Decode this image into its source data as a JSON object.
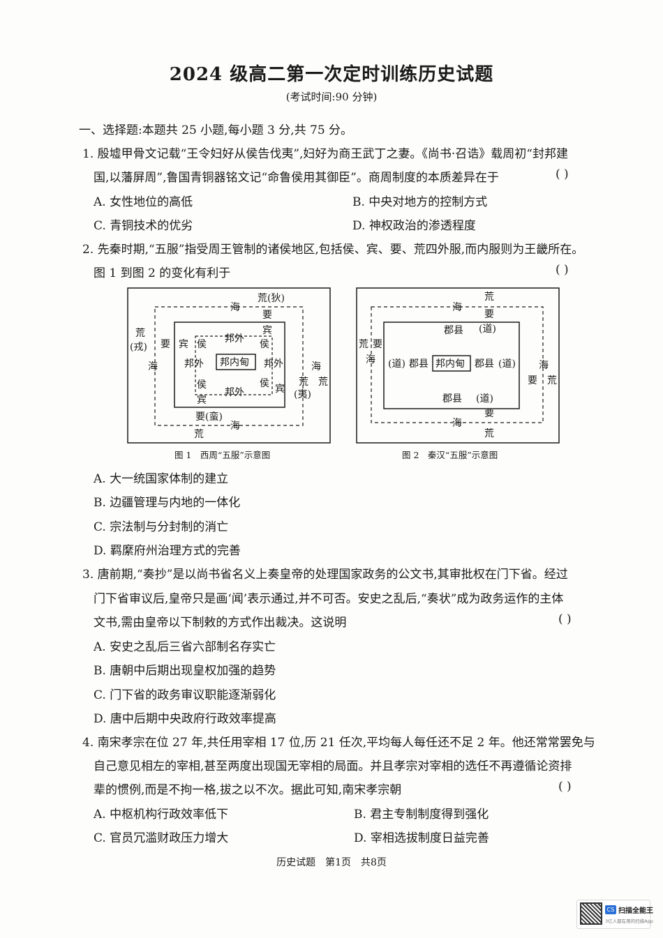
{
  "header": {
    "title": "2024 级高二第一次定时训练历史试题",
    "subtitle": "(考试时间:90 分钟)"
  },
  "section": {
    "heading": "一、选择题:本题共 25 小题,每小题 3 分,共 75 分。"
  },
  "answer_paren": "(      )",
  "questions": [
    {
      "lines": [
        "1. 殷墟甲骨文记载“王令妇好从侯告伐夷”,妇好为商王武丁之妻。《尚书·召诰》载周初“封邦建",
        "国,以藩屏周”,鲁国青铜器铭文记“命鲁侯用其御臣”。商周制度的本质差异在于"
      ],
      "options": [
        "A. 女性地位的高低",
        "B. 中央对地方的控制方式",
        "C. 青铜技术的优劣",
        "D. 神权政治的渗透程度"
      ]
    },
    {
      "lines": [
        "2. 先秦时期,“五服”指受周王管制的诸侯地区,包括侯、宾、要、荒四外服,而内服则为王畿所在。",
        "图 1 到图 2 的变化有利于"
      ],
      "options": [
        "A. 大一统国家体制的建立",
        "B. 边疆管理与内地的一体化",
        "C. 宗法制与分封制的消亡",
        "D. 羁縻府州治理方式的完善"
      ]
    },
    {
      "lines": [
        "3. 唐前期,“奏抄”是以尚书省名义上奏皇帝的处理国家政务的公文书,其审批权在门下省。经过",
        "门下省审议后,皇帝只是画‘闻’表示通过,并不可否。安史之乱后,“奏状”成为政务运作的主体",
        "文书,需由皇帝以下制敕的方式作出裁决。这说明"
      ],
      "options": [
        "A. 安史之乱后三省六部制名存实亡",
        "B. 唐朝中后期出现皇权加强的趋势",
        "C. 门下省的政务审议职能逐渐弱化",
        "D. 唐中后期中央政府行政效率提高"
      ]
    },
    {
      "lines": [
        "4. 南宋孝宗在位 27 年,共任用宰相 17 位,历 21 任次,平均每人每任还不足 2 年。他还常常罢免与",
        "自己意见相左的宰相,甚至两度出现国无宰相的局面。并且孝宗对宰相的选任不再遵循论资排",
        "辈的惯例,而是不拘一格,拔之以不次。据此可知,南宋孝宗朝"
      ],
      "options": [
        "A. 中枢机构行政效率低下",
        "B. 君主专制制度得到强化",
        "C. 官员冗滥财政压力增大",
        "D. 宰相选拔制度日益完善"
      ]
    }
  ],
  "figure1": {
    "caption": "图 1　西周“五服”示意图",
    "labels": {
      "huang_di": "荒(狄)",
      "hai_top": "海",
      "yao_top": "要",
      "huang_rong_1": "荒",
      "huang_rong_2": "(戎)",
      "yao_left": "要",
      "hai_left": "海",
      "bin_top": "宾",
      "bin_left": "宾",
      "bin_right": "宾",
      "bin_bottom": "宾",
      "hou_tl": "侯",
      "hou_tr": "侯",
      "hou_bl": "侯",
      "hou_br": "侯",
      "bangwai_top": "邦外",
      "bangwai_left": "邦外",
      "bangwai_right": "邦外",
      "bangwai_bottom": "邦外",
      "bangneidian": "邦内甸",
      "hai_right": "海",
      "huang_right": "荒",
      "huang_yi_1": "荒",
      "huang_yi_2": "(夷)",
      "yao_man": "要(蛮)",
      "hai_bottom": "海",
      "huang_bottom": "荒"
    }
  },
  "figure2": {
    "caption": "图 2　秦汉“五服”示意图",
    "labels": {
      "huang_top": "荒",
      "hai_top": "海",
      "yao_top": "要",
      "junxian_top": "郡县",
      "dao_top": "(道)",
      "huang_left": "荒",
      "yao_left": "要",
      "hai_left": "海",
      "dao_left": "(道)",
      "junxian_left": "郡县",
      "bangneidian": "邦内甸",
      "junxian_right": "郡县",
      "dao_right": "(道)",
      "hai_right": "海",
      "yao_right": "要",
      "huang_right": "荒",
      "junxian_bottom": "郡县",
      "dao_bottom": "(道)",
      "hai_bottom": "海",
      "yao_bottom": "要",
      "huang_bottom": "荒"
    }
  },
  "footer": {
    "text": "历史试题　第1页　共8页"
  },
  "scanner": {
    "logo": "CS",
    "brand": "扫描全能王",
    "sub": "3亿人都在用的扫描App"
  }
}
